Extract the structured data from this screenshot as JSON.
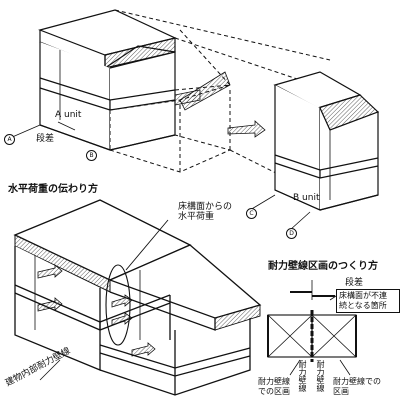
{
  "labels": {
    "a_unit": "A unit",
    "b_unit": "B unit",
    "step": "段差",
    "heading_horizontal": "水平荷重の伝わり方",
    "floor_load": "床構面からの\n水平荷重",
    "bearing_wall_block": "建物内部耐力壁線",
    "heading_section": "耐力壁線区画のつくり方",
    "step2": "段差",
    "note_floor": "床構面が不連\n続となる箇所",
    "zone_left": "耐力壁線\nでの区画",
    "zone_right": "耐力壁線での\n区画",
    "vertical_1": "耐力壁線",
    "vertical_2": "耐力壁線"
  },
  "markers": {
    "m_a": "A",
    "m_b": "B",
    "m_c": "C",
    "m_d": "D"
  },
  "colors": {
    "line": "#111111",
    "hatch": "#333333"
  }
}
